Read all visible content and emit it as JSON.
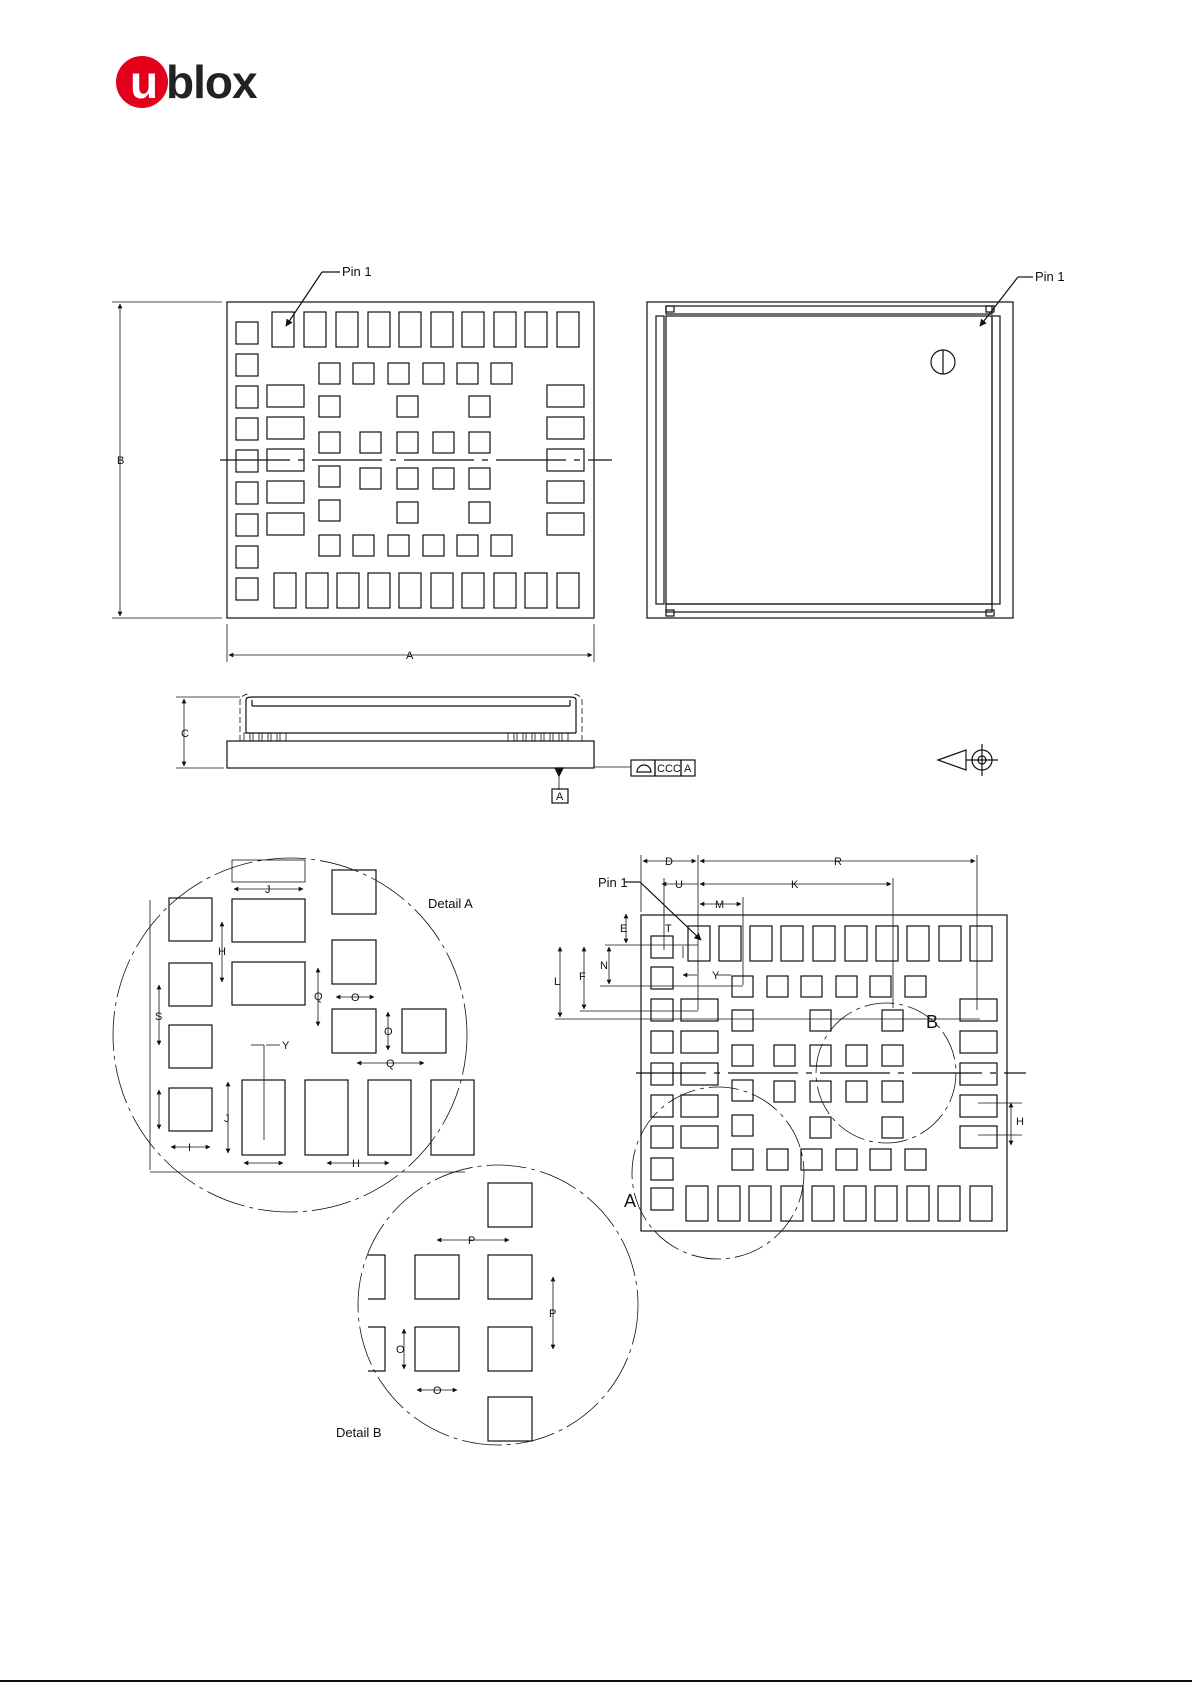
{
  "logo": {
    "brand_first": "u",
    "brand_rest": "blox",
    "brand_color": "#e2001a"
  },
  "labels": {
    "pin1": "Pin 1",
    "dim_A": "A",
    "dim_B": "B",
    "dim_C": "C",
    "dim_D": "D",
    "dim_E": "E",
    "dim_F": "F",
    "dim_H": "H",
    "dim_I": "I",
    "dim_J": "J",
    "dim_K": "K",
    "dim_L": "L",
    "dim_M": "M",
    "dim_N": "N",
    "dim_O": "O",
    "dim_P": "P",
    "dim_Q": "Q",
    "dim_R": "R",
    "dim_S": "S",
    "dim_T": "T",
    "dim_U": "U",
    "dim_Y": "Y",
    "tolerance": "CCC",
    "datum": "A",
    "detail_A": "Detail A",
    "detail_B": "Detail B",
    "callout_A": "A",
    "callout_B": "B"
  }
}
